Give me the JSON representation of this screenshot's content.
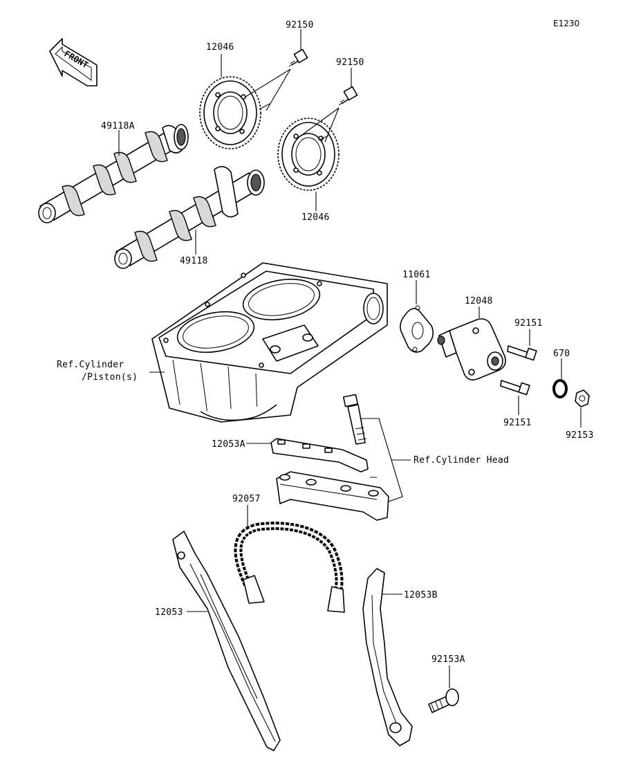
{
  "diagram_code": "E1230",
  "front_label": "FRONT",
  "labels": {
    "bolt_92150_a": "92150",
    "sprocket_12046_a": "12046",
    "bolt_92150_b": "92150",
    "camshaft_49118A": "49118A",
    "sprocket_12046_b": "12046",
    "camshaft_49118": "49118",
    "gasket_11061": "11061",
    "tensioner_12048": "12048",
    "bolt_92151_a": "92151",
    "oring_670": "670",
    "bolt_92151_b": "92151",
    "nut_92153": "92153",
    "ref_cylinder_line1": "Ref.Cylinder",
    "ref_cylinder_line2": "/Piston(s)",
    "guide_12053A": "12053A",
    "ref_cylinder_head": "Ref.Cylinder Head",
    "chain_92057": "92057",
    "guide_12053": "12053",
    "guide_12053B": "12053B",
    "bolt_92153A": "92153A"
  }
}
